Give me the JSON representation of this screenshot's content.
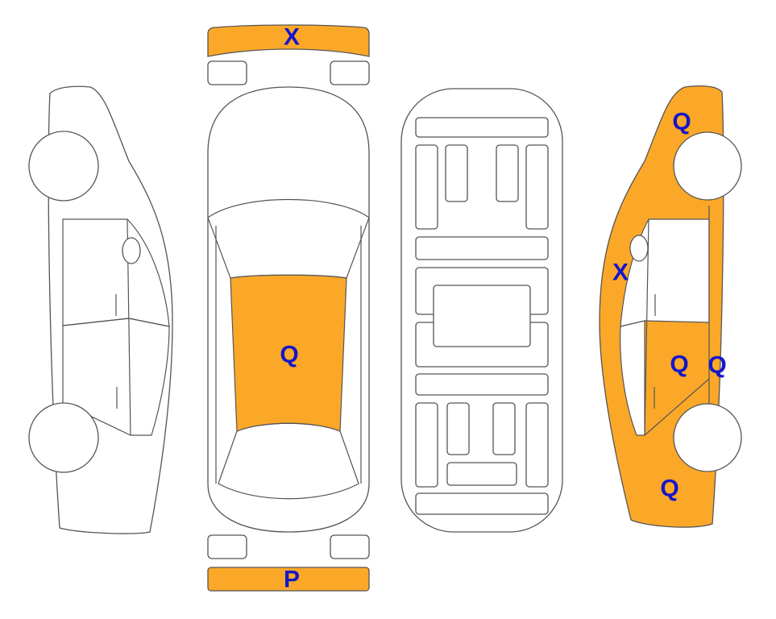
{
  "colors": {
    "damage_fill": "#fba829",
    "marker_text": "#1616c8",
    "outline": "#555555",
    "background": "#ffffff"
  },
  "markers": {
    "front_bumper": "X",
    "rear_bumper": "P",
    "roof": "Q",
    "right_front_fender": "Q",
    "right_windshield_pillar": "X",
    "right_front_door": "Q",
    "right_rocker": "Q",
    "right_rear_quarter": "Q"
  }
}
